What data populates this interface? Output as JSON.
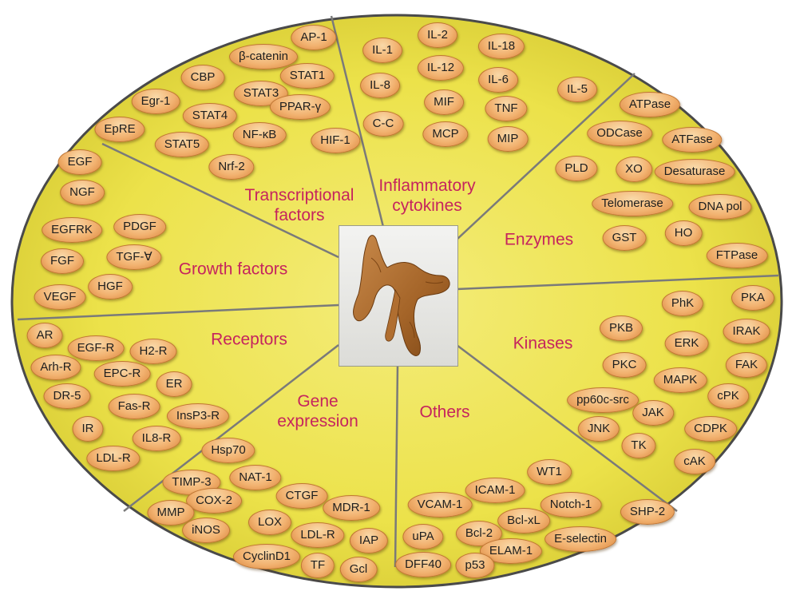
{
  "colors": {
    "wheel_fill": "#ece24a",
    "wheel_border": "#4a4a4a",
    "divider": "#7a7a7a",
    "pill_fill": "#f2b270",
    "label_color": "#c5245e"
  },
  "center_image": "turmeric-root",
  "sectors": [
    {
      "key": "transcriptional",
      "label": "Transcriptional factors",
      "items": [
        "AP-1",
        "β-catenin",
        "CBP",
        "STAT1",
        "STAT3",
        "Egr-1",
        "PPAR-γ",
        "STAT4",
        "EpRE",
        "NF-κB",
        "HIF-1",
        "STAT5",
        "Nrf-2"
      ]
    },
    {
      "key": "inflammatory",
      "label": "Inflammatory cytokines",
      "items": [
        "IL-2",
        "IL-1",
        "IL-18",
        "IL-12",
        "IL-8",
        "IL-6",
        "IL-5",
        "MIF",
        "TNF",
        "C-C",
        "MCP",
        "MIP"
      ]
    },
    {
      "key": "enzymes",
      "label": "Enzymes",
      "items": [
        "ATPase",
        "ODCase",
        "ATFase",
        "PLD",
        "XO",
        "Desaturase",
        "Telomerase",
        "DNA pol",
        "HO",
        "GST",
        "FTPase"
      ]
    },
    {
      "key": "kinases",
      "label": "Kinases",
      "items": [
        "PhK",
        "PKA",
        "PKB",
        "IRAK",
        "ERK",
        "PKC",
        "FAK",
        "MAPK",
        "pp60c-src",
        "cPK",
        "JAK",
        "JNK",
        "CDPK",
        "TK",
        "cAK"
      ]
    },
    {
      "key": "others",
      "label": "Others",
      "items": [
        "WT1",
        "ICAM-1",
        "VCAM-1",
        "Notch-1",
        "SHP-2",
        "Bcl-xL",
        "uPA",
        "Bcl-2",
        "E-selectin",
        "ELAM-1",
        "DFF40",
        "p53"
      ]
    },
    {
      "key": "gene_expression",
      "label": "Gene expression",
      "items": [
        "Hsp70",
        "TIMP-3",
        "NAT-1",
        "COX-2",
        "CTGF",
        "MMP",
        "MDR-1",
        "LOX",
        "iNOS",
        "LDL-R",
        "IAP",
        "CyclinD1",
        "TF",
        "Gcl"
      ]
    },
    {
      "key": "receptors",
      "label": "Receptors",
      "items": [
        "AR",
        "EGF-R",
        "H2-R",
        "Arh-R",
        "EPC-R",
        "ER",
        "DR-5",
        "Fas-R",
        "InsP3-R",
        "IR",
        "IL8-R",
        "LDL-R"
      ]
    },
    {
      "key": "growth",
      "label": "Growth factors",
      "items": [
        "EGF",
        "NGF",
        "EGFRK",
        "PDGF",
        "FGF",
        "TGF-∀",
        "VEGF",
        "HGF"
      ]
    }
  ]
}
